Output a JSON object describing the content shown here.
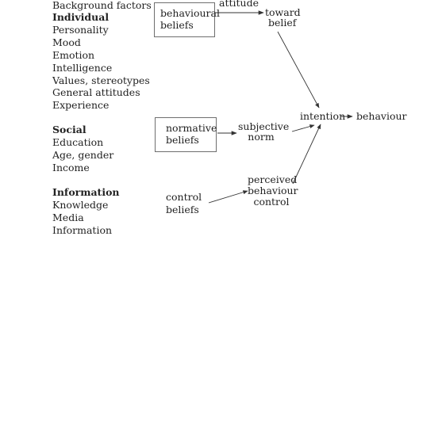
{
  "factors": {
    "header": "Background factors",
    "individual": {
      "heading": "Individual",
      "items": [
        "Personality",
        "Mood",
        "Emotion",
        "Intelligence",
        "Values, stereotypes",
        "General attitudes",
        "Experience"
      ]
    },
    "social": {
      "heading": "Social",
      "items": [
        "Education",
        "Age, gender",
        "Income"
      ]
    },
    "information": {
      "heading": "Information",
      "items": [
        "Knowledge",
        "Media",
        "Information"
      ]
    }
  },
  "beliefs": {
    "behavioural": [
      "behavioural",
      "beliefs"
    ],
    "normative": [
      "normative",
      "beliefs"
    ],
    "control": [
      "control",
      "beliefs"
    ]
  },
  "constructs": {
    "attitude_label": "attitude",
    "toward_belief": [
      "toward",
      "belief"
    ],
    "subjective_norm": [
      "subjective",
      "norm"
    ],
    "perceived_control": [
      "perceived",
      "behaviour",
      "control"
    ],
    "intention": "intention",
    "behaviour": "behaviour"
  },
  "colors": {
    "text": "#222222",
    "box_border": "#6e6e6e",
    "arrow": "#333333"
  }
}
